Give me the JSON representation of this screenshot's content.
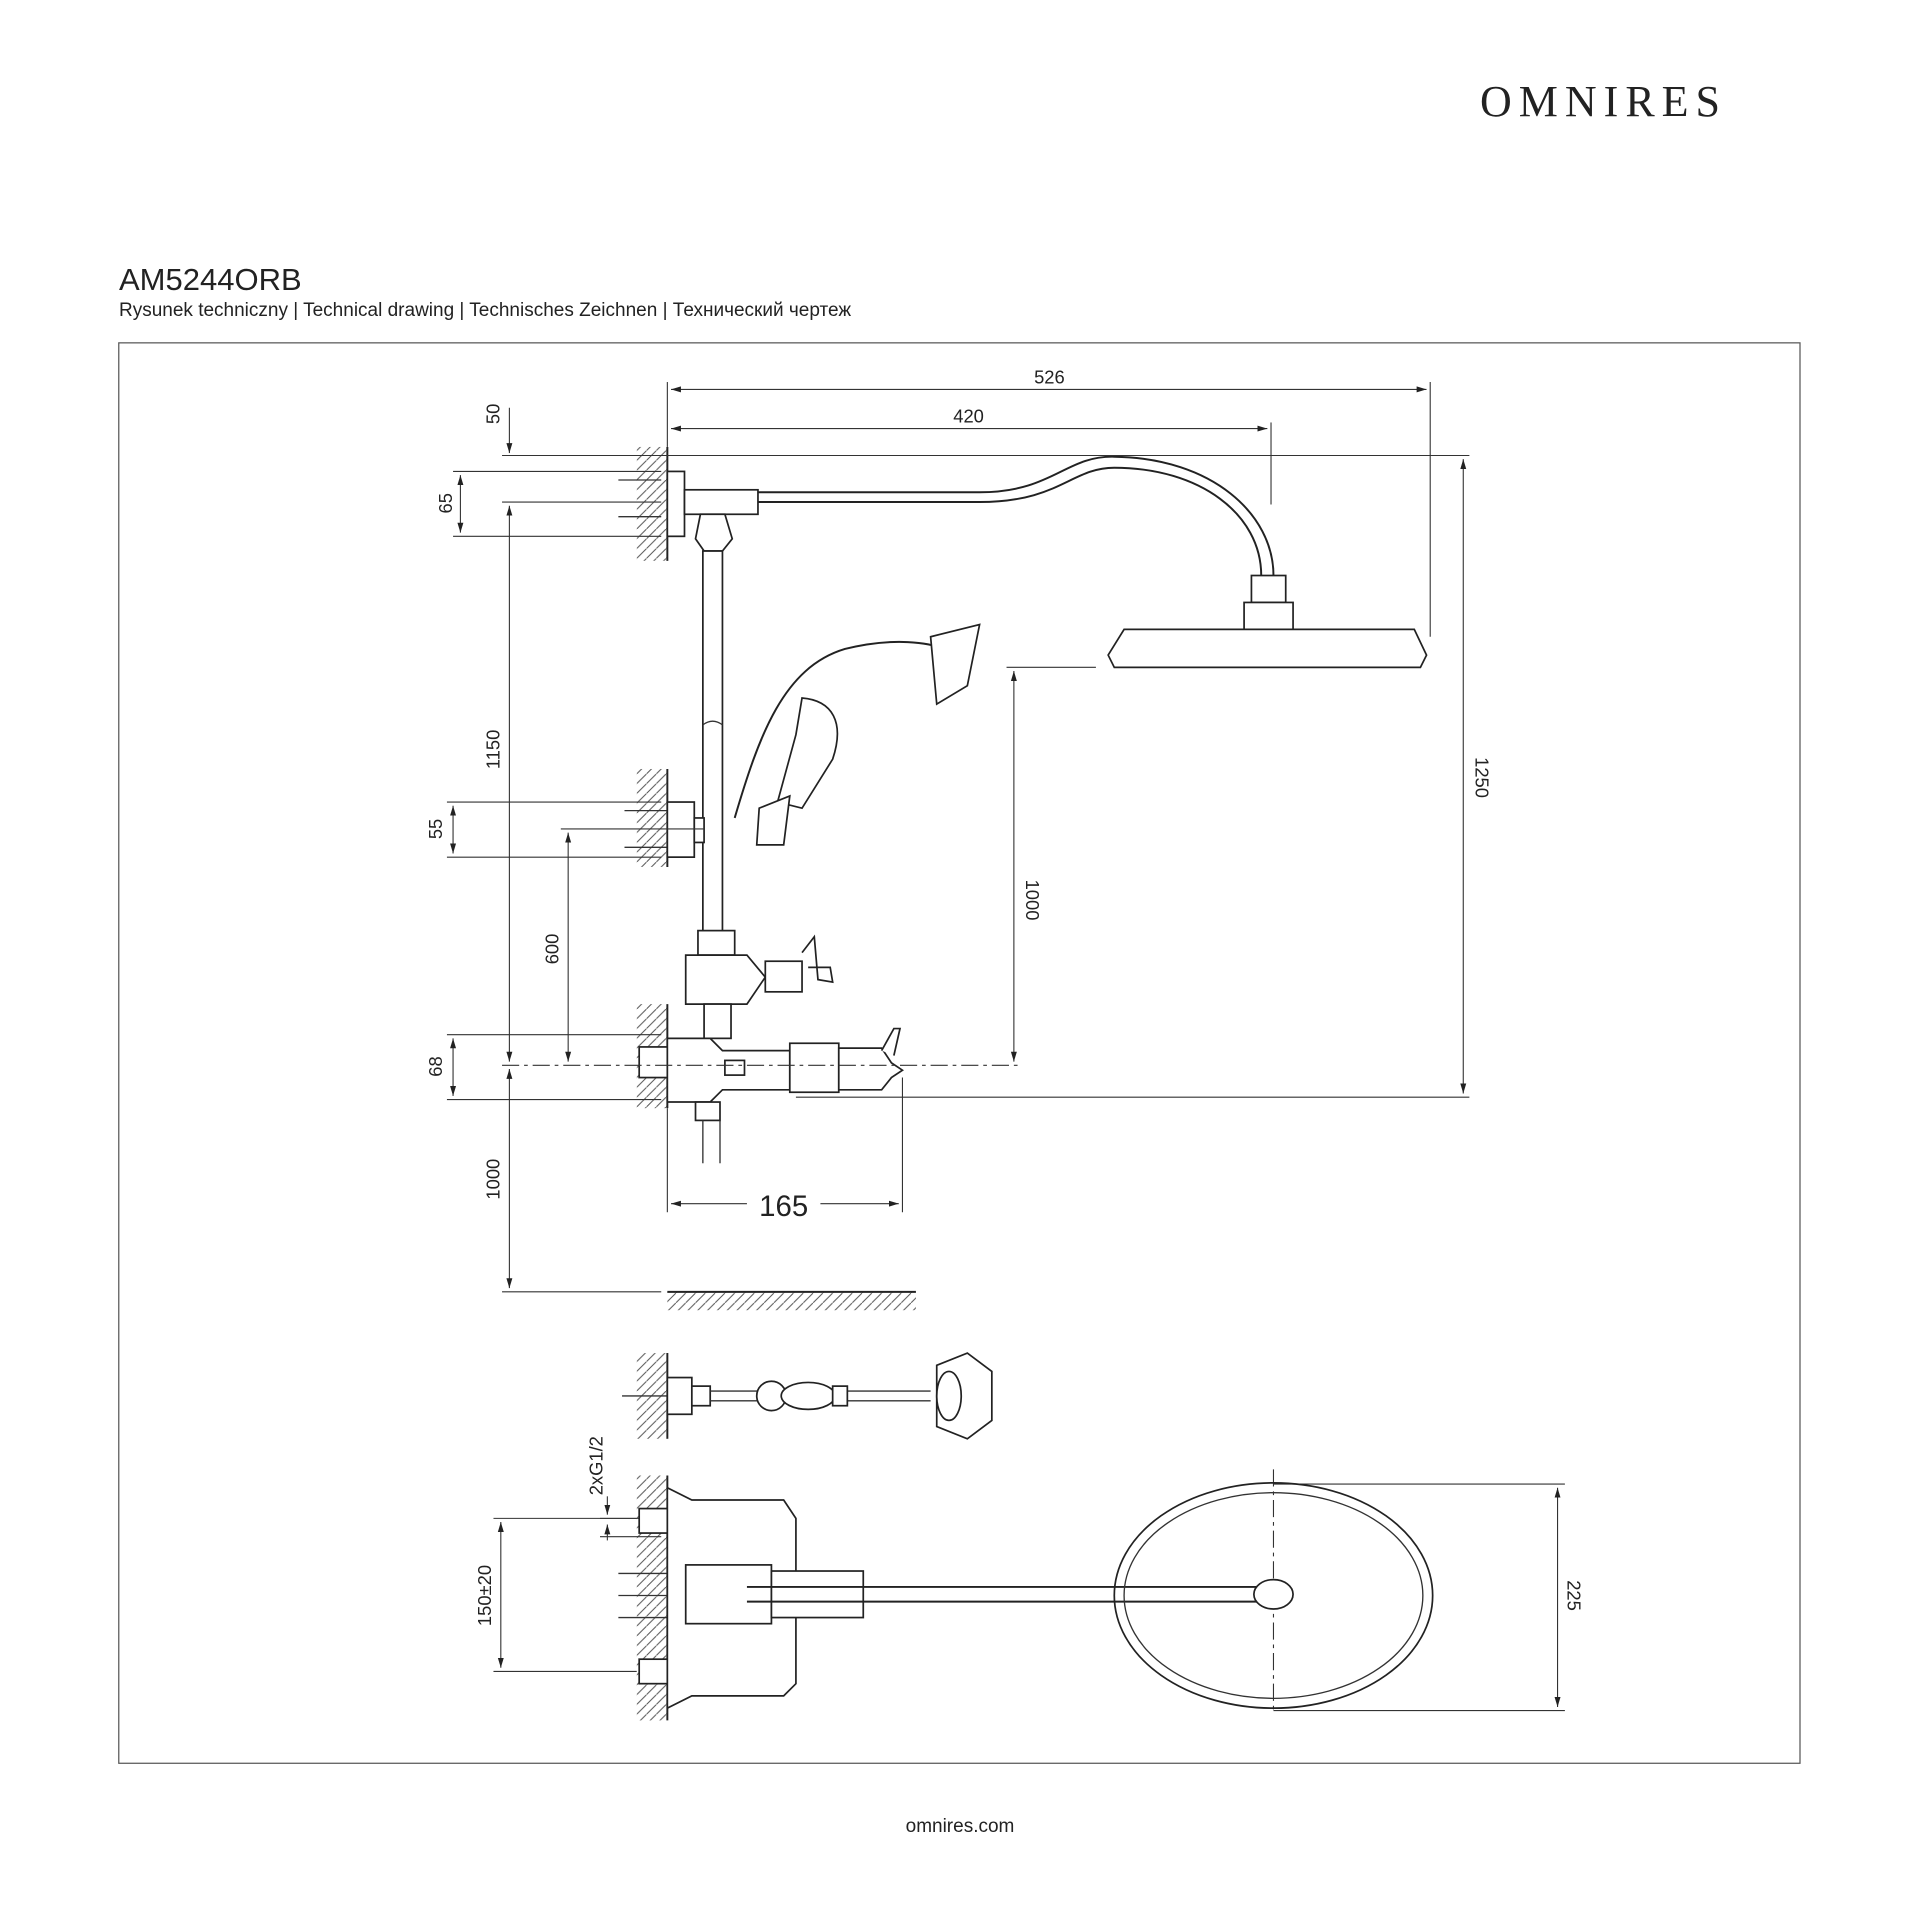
{
  "brand": {
    "logo": "OMNIRES",
    "website": "omnires.com"
  },
  "product": {
    "code": "AM5244ORB",
    "subtitle": "Rysunek techniczny | Technical drawing | Technisches Zeichnen | Технический чертеж"
  },
  "dimensions": {
    "d526": "526",
    "d420": "420",
    "d50": "50",
    "d65": "65",
    "d1150": "1150",
    "d55": "55",
    "d600": "600",
    "d68": "68",
    "d1000_left": "1000",
    "d165": "165",
    "d1000_right": "1000",
    "d1250": "1250",
    "thread": "2xG1/2",
    "d150": "150±20",
    "d225": "225"
  }
}
